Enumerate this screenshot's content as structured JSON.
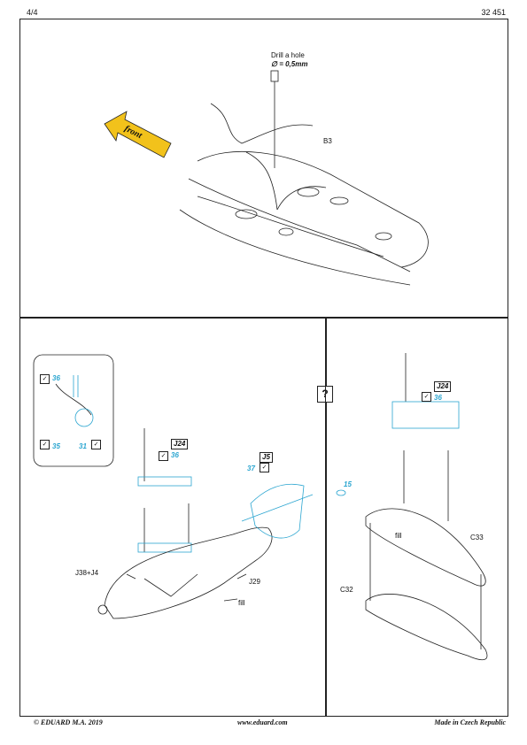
{
  "header": {
    "page": "4/4",
    "kit_number": "32 451"
  },
  "top": {
    "drill_note_line1": "Drill a hole",
    "drill_note_line2": "∅ = 0,5mm",
    "front_label": "front",
    "part_b3": "B3"
  },
  "left": {
    "detail_parts": {
      "p36": "36",
      "p35": "35",
      "p31": "31"
    },
    "j24_label": "J24",
    "part_36": "36",
    "j5_label": "J5",
    "part_37": "37",
    "part_j38j4": "J38+J4",
    "part_j29": "J29",
    "fill_label": "fill"
  },
  "right": {
    "unknown_mark": "?",
    "j24_label": "J24",
    "part_36": "36",
    "part_15": "15",
    "fill_label": "fill",
    "part_c33": "C33",
    "part_c32": "C32"
  },
  "footer": {
    "copyright": "© EDUARD  M.A. 2019",
    "website": "www.eduard.com",
    "origin": "Made in Czech Republic"
  },
  "colors": {
    "accent_blue": "#2aa5d0",
    "arrow_yellow": "#f2c21b",
    "line": "#222222"
  }
}
